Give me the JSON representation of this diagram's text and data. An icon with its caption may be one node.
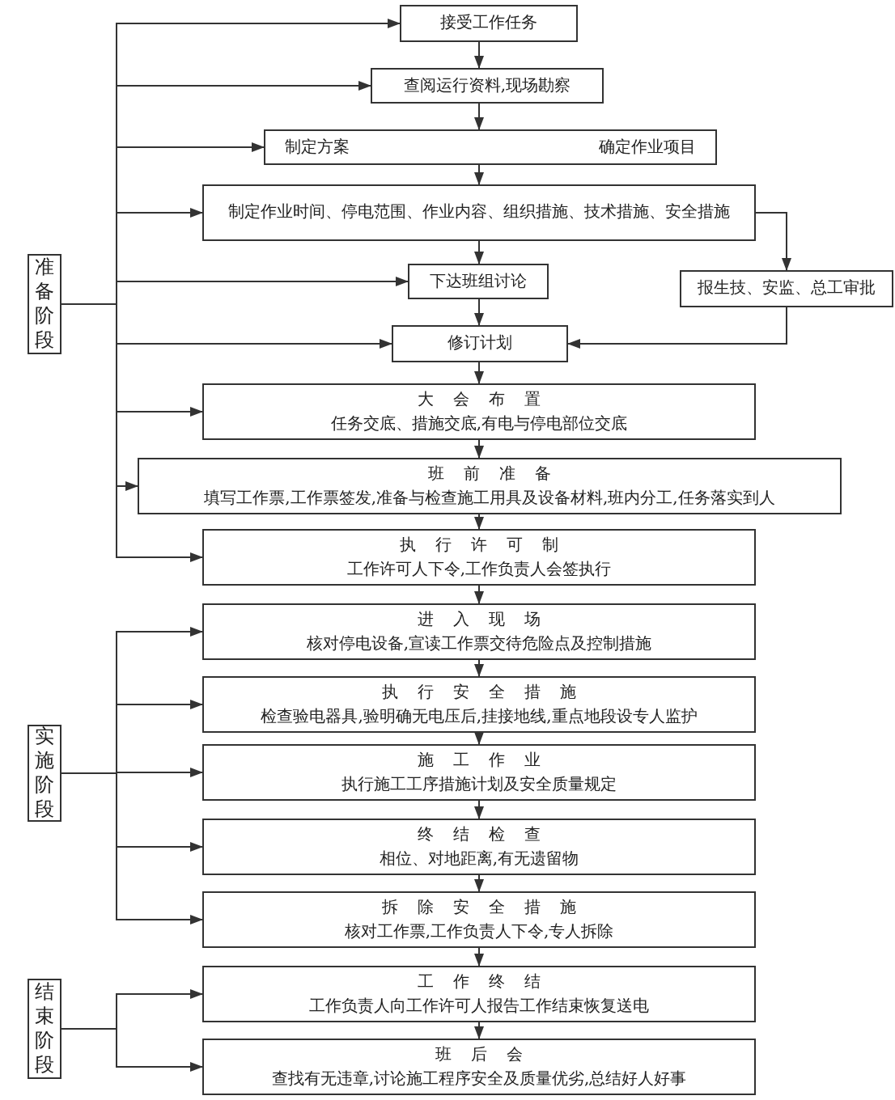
{
  "diagram": {
    "nodes": [
      {
        "text": [
          "接受工作任务"
        ]
      },
      {
        "text": [
          "查阅运行资料,现场勘察"
        ]
      },
      {
        "text": [
          "制定方案",
          "确定作业项目"
        ]
      },
      {
        "text": [
          "制定作业时间、停电范围、作业内容、组织措施、技术措施、安全措施"
        ]
      },
      {
        "text": [
          "下达班组讨论"
        ]
      },
      {
        "text": [
          "报生技、安监、总工审批"
        ]
      },
      {
        "text": [
          "修订计划"
        ]
      },
      {
        "text": [
          "大会布置",
          "任务交底、措施交底,有电与停电部位交底"
        ]
      },
      {
        "text": [
          "班前准备",
          "填写工作票,工作票签发,准备与检查施工用具及设备材料,班内分工,任务落实到人"
        ]
      },
      {
        "text": [
          "执行许可制",
          "工作许可人下令,工作负责人会签执行"
        ]
      },
      {
        "text": [
          "进入现场",
          "核对停电设备,宣读工作票交待危险点及控制措施"
        ]
      },
      {
        "text": [
          "执行安全措施",
          "检查验电器具,验明确无电压后,挂接地线,重点地段设专人监护"
        ]
      },
      {
        "text": [
          "施工作业",
          "执行施工工序措施计划及安全质量规定"
        ]
      },
      {
        "text": [
          "终结检查",
          "相位、对地距离,有无遗留物"
        ]
      },
      {
        "text": [
          "拆除安全措施",
          "核对工作票,工作负责人下令,专人拆除"
        ]
      },
      {
        "text": [
          "工作终结",
          "工作负责人向工作许可人报告工作结束恢复送电"
        ]
      },
      {
        "text": [
          "班后会",
          "查找有无违章,讨论施工程序安全及质量优劣,总结好人好事"
        ]
      },
      {
        "text": [
          "准备阶段"
        ]
      },
      {
        "text": [
          "实施阶段"
        ]
      },
      {
        "text": [
          "结束阶段"
        ]
      }
    ],
    "edges": [
      {
        "from": 0,
        "to": 1,
        "arrow": "to"
      },
      {
        "from": 1,
        "to": 2,
        "arrow": "to"
      },
      {
        "from": 2,
        "to": 3,
        "arrow": "to"
      },
      {
        "from": 3,
        "to": 4,
        "arrow": "to"
      },
      {
        "from": 4,
        "to": 6,
        "arrow": "to"
      },
      {
        "from": 3,
        "to": 5,
        "arrow": "to"
      },
      {
        "from": 5,
        "to": 6,
        "arrow": "to"
      },
      {
        "from": 6,
        "to": 7,
        "arrow": "to"
      },
      {
        "from": 7,
        "to": 8,
        "arrow": "to"
      },
      {
        "from": 8,
        "to": 9,
        "arrow": "to"
      },
      {
        "from": 9,
        "to": 10,
        "arrow": "to"
      },
      {
        "from": 10,
        "to": 11,
        "arrow": "to"
      },
      {
        "from": 11,
        "to": 12,
        "arrow": "to"
      },
      {
        "from": 12,
        "to": 13,
        "arrow": "to"
      },
      {
        "from": 13,
        "to": 14,
        "arrow": "to"
      },
      {
        "from": 14,
        "to": 15,
        "arrow": "to"
      },
      {
        "from": 15,
        "to": 16,
        "arrow": "to"
      },
      {
        "from": 17,
        "to": 0,
        "arrow": "to"
      },
      {
        "from": 17,
        "to": 1,
        "arrow": "to"
      },
      {
        "from": 17,
        "to": 2,
        "arrow": "to"
      },
      {
        "from": 17,
        "to": 3,
        "arrow": "to"
      },
      {
        "from": 17,
        "to": 4,
        "arrow": "to"
      },
      {
        "from": 17,
        "to": 6,
        "arrow": "to"
      },
      {
        "from": 17,
        "to": 7,
        "arrow": "to"
      },
      {
        "from": 17,
        "to": 8,
        "arrow": "to"
      },
      {
        "from": 17,
        "to": 9,
        "arrow": "to"
      },
      {
        "from": 18,
        "to": 10,
        "arrow": "to"
      },
      {
        "from": 18,
        "to": 11,
        "arrow": "to"
      },
      {
        "from": 18,
        "to": 12,
        "arrow": "to"
      },
      {
        "from": 18,
        "to": 13,
        "arrow": "to"
      },
      {
        "from": 18,
        "to": 14,
        "arrow": "to"
      },
      {
        "from": 19,
        "to": 15,
        "arrow": "to"
      },
      {
        "from": 19,
        "to": 16,
        "arrow": "to"
      }
    ]
  }
}
